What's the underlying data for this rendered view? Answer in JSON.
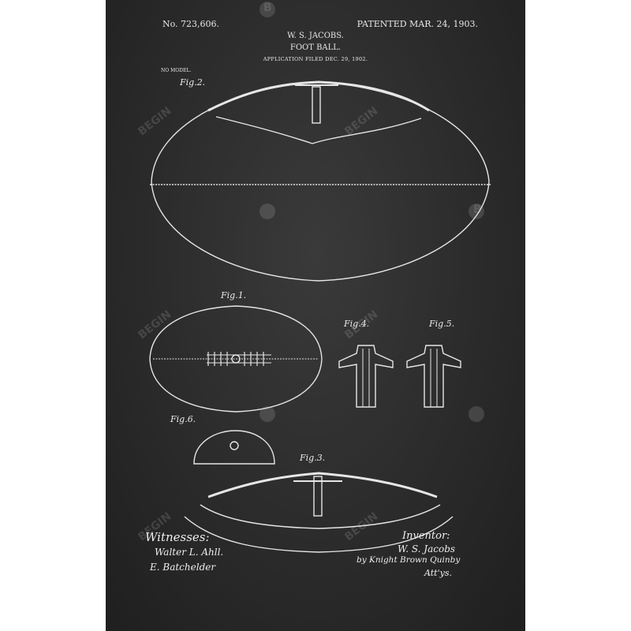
{
  "header": {
    "patent_number": "No. 723,606.",
    "patent_date": "PATENTED MAR. 24, 1903.",
    "inventor_name": "W. S. JACOBS.",
    "title": "FOOT BALL.",
    "filed": "APPLICATION FILED DEC. 29, 1902.",
    "no_model": "NO MODEL."
  },
  "figures": {
    "fig1": "Fig.1.",
    "fig2": "Fig.2.",
    "fig3": "Fig.3.",
    "fig4": "Fig.4.",
    "fig5": "Fig.5.",
    "fig6": "Fig.6."
  },
  "signatures": {
    "witnesses_label": "Witnesses:",
    "witness_1": "Walter L. Ahll.",
    "witness_2": "E. Batchelder",
    "inventor_label": "Inventor:",
    "inventor_signature": "W. S. Jacobs",
    "attorney": "by Knight Brown Quinby",
    "attorney_suffix": "Att'ys."
  },
  "watermark": {
    "text": "BEGIN",
    "logo_letter": "B"
  },
  "colors": {
    "board": "#2b2b2b",
    "ink": "#e8e8e8"
  }
}
